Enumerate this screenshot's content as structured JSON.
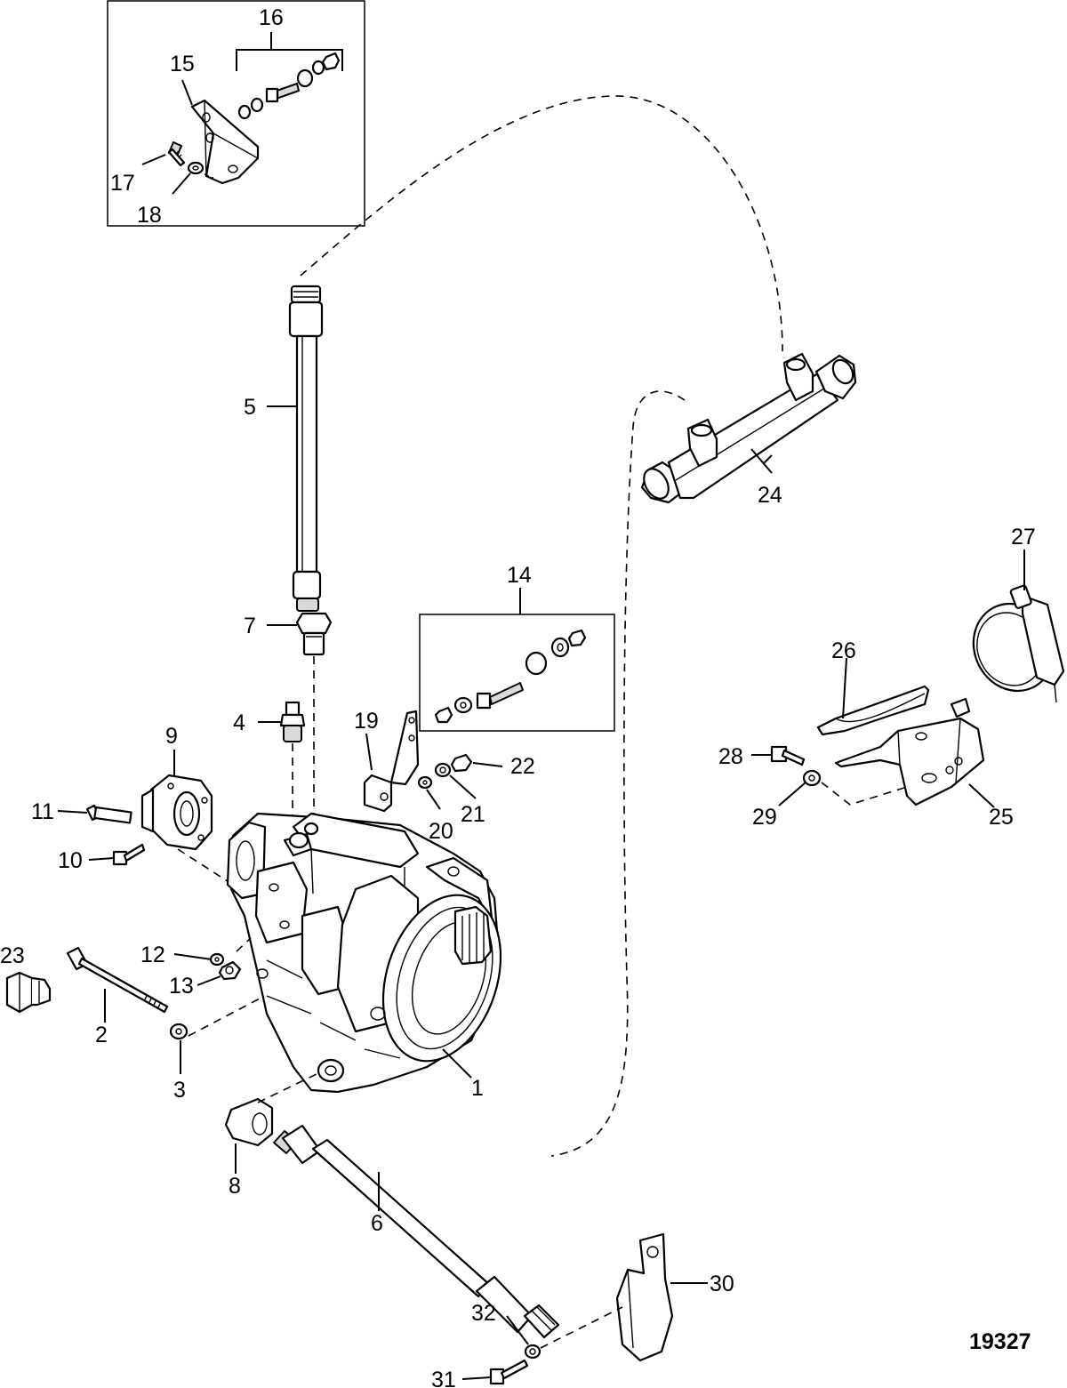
{
  "figure_number": "19327",
  "callouts": [
    {
      "id": "1",
      "label": "1"
    },
    {
      "id": "2",
      "label": "2"
    },
    {
      "id": "3",
      "label": "3"
    },
    {
      "id": "4",
      "label": "4"
    },
    {
      "id": "5",
      "label": "5"
    },
    {
      "id": "6",
      "label": "6"
    },
    {
      "id": "7",
      "label": "7"
    },
    {
      "id": "8",
      "label": "8"
    },
    {
      "id": "9",
      "label": "9"
    },
    {
      "id": "10",
      "label": "10"
    },
    {
      "id": "11",
      "label": "11"
    },
    {
      "id": "12",
      "label": "12"
    },
    {
      "id": "13",
      "label": "13"
    },
    {
      "id": "14",
      "label": "14"
    },
    {
      "id": "15",
      "label": "15"
    },
    {
      "id": "16",
      "label": "16"
    },
    {
      "id": "17",
      "label": "17"
    },
    {
      "id": "18",
      "label": "18"
    },
    {
      "id": "19",
      "label": "19"
    },
    {
      "id": "20",
      "label": "20"
    },
    {
      "id": "21",
      "label": "21"
    },
    {
      "id": "22",
      "label": "22"
    },
    {
      "id": "23",
      "label": "23"
    },
    {
      "id": "24",
      "label": "24"
    },
    {
      "id": "25",
      "label": "25"
    },
    {
      "id": "26",
      "label": "26"
    },
    {
      "id": "27",
      "label": "27"
    },
    {
      "id": "28",
      "label": "28"
    },
    {
      "id": "29",
      "label": "29"
    },
    {
      "id": "30",
      "label": "30"
    },
    {
      "id": "31",
      "label": "31"
    },
    {
      "id": "32",
      "label": "32"
    }
  ]
}
